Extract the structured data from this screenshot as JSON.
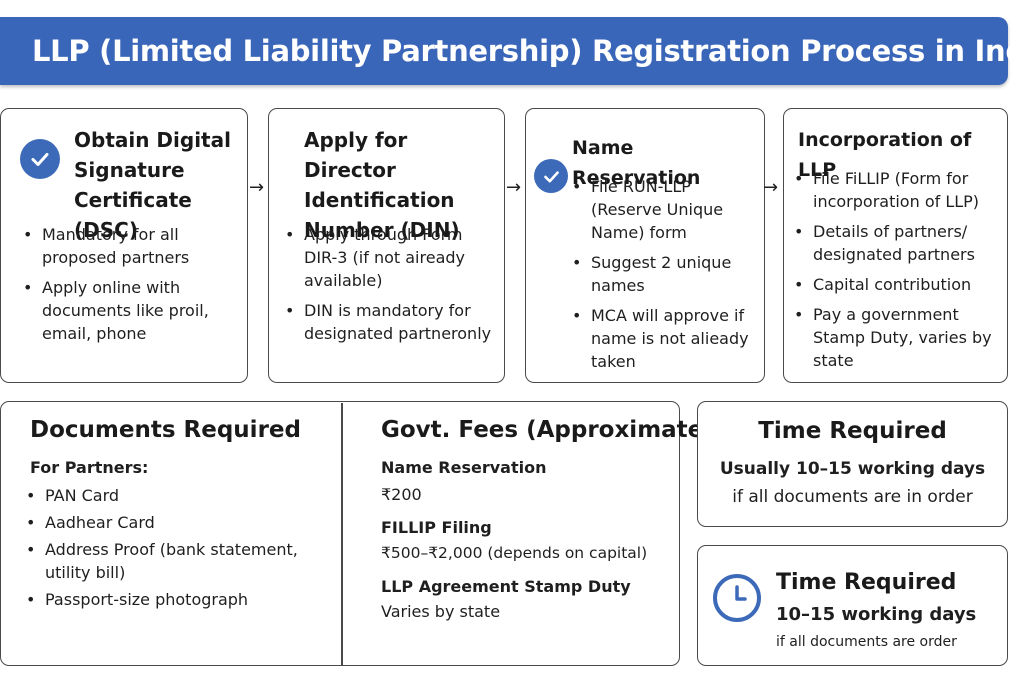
{
  "title": "LLP (Limited Liability Partnership) Registration Process in India",
  "arrow_glyph": "→",
  "steps": [
    {
      "title_lines": [
        "Obtain Digital",
        "Signature",
        "Certificate (DSC)"
      ],
      "has_check": true,
      "points": [
        "Mandatory for all proposed partners",
        "Apply online with documents like proil, email, phone"
      ]
    },
    {
      "title_lines": [
        "Apply for Director",
        "Identification",
        "Number (DIN)"
      ],
      "has_check": false,
      "points": [
        "Apply through Form DIR-3 (if not aiready available)",
        "DIN is mandatory for designated partneronly"
      ]
    },
    {
      "title_lines": [
        "Name Reservation"
      ],
      "has_check": true,
      "points": [
        "File RUN-LLP (Reserve Unique Name) form",
        "Suggest 2 unique names",
        "MCA will approve if name is not alieady taken"
      ]
    },
    {
      "title_lines": [
        "Incorporation of LLP"
      ],
      "has_check": false,
      "points": [
        "File FiLLIP (Form for incorporation of LLP)",
        "Details of partners/ designated partners",
        "Capital contribution",
        "Pay a government Stamp Duty, varies by state"
      ]
    }
  ],
  "documents": {
    "title": "Documents Required",
    "subtitle": "For Partners:",
    "items": [
      "PAN Card",
      "Aadhear Card",
      "Address Proof (bank statement, utility bill)",
      "Passport-size photograph"
    ]
  },
  "fees": {
    "title": "Govt. Fees (Approximate)",
    "entries": [
      {
        "label": "Name Reservation",
        "value": "₹200"
      },
      {
        "label": "FILLIP Filing",
        "value": "₹500–₹2,000 (depends on capital)"
      },
      {
        "label": "LLP Agreement Stamp Duty",
        "value": "Varies by state"
      }
    ]
  },
  "time_box_1": {
    "title": "Time Required",
    "line1": "Usually 10–15 working days",
    "line2": "if all documents are in order"
  },
  "time_box_2": {
    "title": "Time Required",
    "line1": "10–15 working days",
    "line2": "if all documents are order"
  },
  "colors": {
    "accent": "#3a66ba",
    "border": "#4a4a4a",
    "text": "#1a1a1a"
  }
}
